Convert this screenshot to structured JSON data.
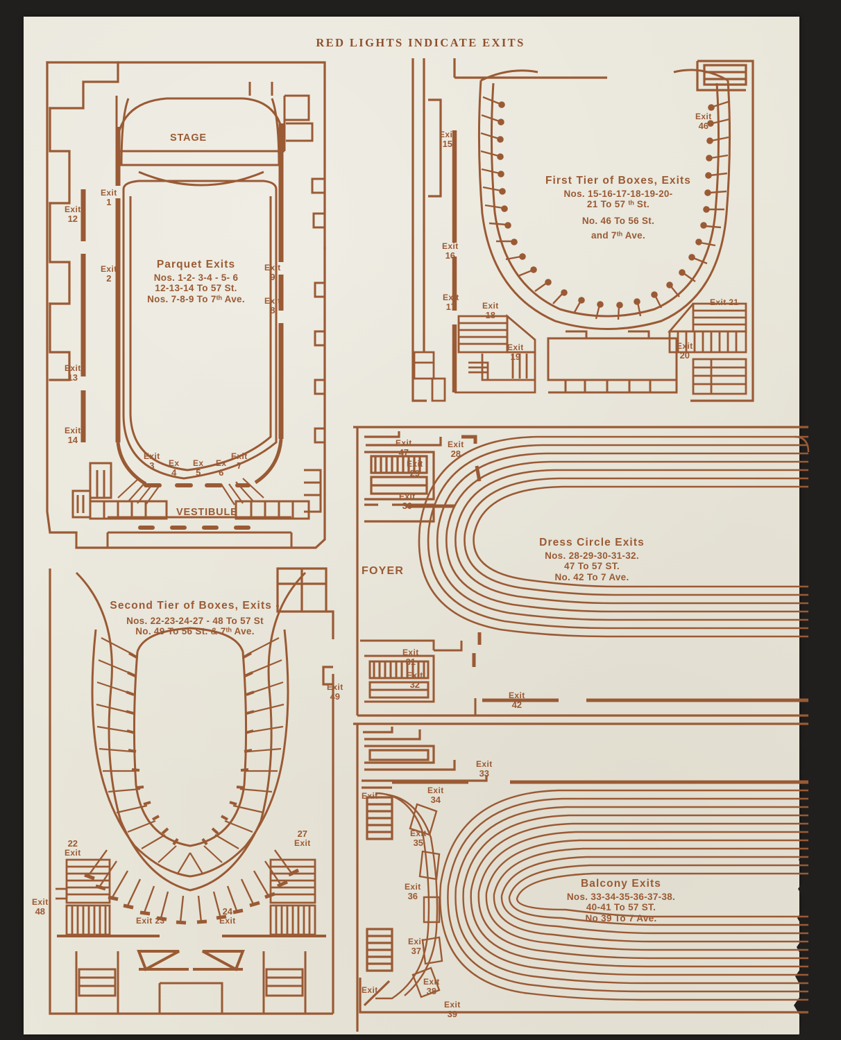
{
  "document": {
    "title": "RED LIGHTS INDICATE EXITS",
    "ink_color": "#9a5a34",
    "paper_color": "#e9e6da",
    "background_color": "#211f1d"
  },
  "plans": {
    "parquet": {
      "stage_label": "STAGE",
      "vestibule_label": "VESTIBULE",
      "caption": {
        "heading": "Parquet Exits",
        "line1": "Nos. 1-2- 3-4 - 5- 6",
        "line2": "12-13-14 To 57 St.",
        "line3": "Nos. 7-8-9  To 7ᵗʰ Ave."
      },
      "exits": [
        {
          "label": "Exit",
          "number": "1"
        },
        {
          "label": "Exit",
          "number": "2"
        },
        {
          "label": "Exit",
          "number": "12"
        },
        {
          "label": "Exit",
          "number": "13"
        },
        {
          "label": "Exit",
          "number": "14"
        },
        {
          "label": "Exit",
          "number": "9"
        },
        {
          "label": "Exit",
          "number": "8"
        },
        {
          "label": "Exit",
          "number": "3"
        },
        {
          "label": "Ex",
          "number": "4"
        },
        {
          "label": "Ex",
          "number": "5"
        },
        {
          "label": "Ex",
          "number": "6"
        },
        {
          "label": "Exit",
          "number": "7"
        }
      ]
    },
    "first_tier": {
      "caption": {
        "heading": "First Tier of Boxes, Exits",
        "line1": "Nos. 15-16-17-18-19-20-",
        "line2": "21 To 57 ᵗʰ St.",
        "line3": "No.  46 To 56 St.",
        "line4": "and 7ᵗʰ Ave."
      },
      "exits": [
        {
          "label": "Exit",
          "number": "15"
        },
        {
          "label": "Exit",
          "number": "16"
        },
        {
          "label": "Exit",
          "number": "17"
        },
        {
          "label": "Exit",
          "number": "18"
        },
        {
          "label": "Exit",
          "number": "19"
        },
        {
          "label": "Exit",
          "number": "20"
        },
        {
          "label": "Exit 21",
          "number": ""
        },
        {
          "label": "Exit",
          "number": "46"
        }
      ]
    },
    "second_tier": {
      "caption": {
        "heading": "Second Tier of Boxes,  Exits -",
        "line1": "Nos. 22-23-24-27 - 48 To 57 St",
        "line2": "No.  49 To 56 St. & 7ᵗʰ Ave."
      },
      "exits": [
        {
          "label": "22",
          "number": "Exit"
        },
        {
          "label": "Exit 23",
          "number": ""
        },
        {
          "label": "24",
          "number": "Exit"
        },
        {
          "label": "27",
          "number": "Exit"
        },
        {
          "label": "Exit",
          "number": "48"
        },
        {
          "label": "Exit",
          "number": "49"
        }
      ]
    },
    "dress_circle": {
      "foyer_label": "FOYER",
      "caption": {
        "heading": "Dress Circle Exits",
        "line1": "Nos. 28-29-30-31-32.",
        "line2": "47 To 57 ST.",
        "line3": "No. 42 To  7 Ave."
      },
      "exits": [
        {
          "label": "Exit",
          "number": "47"
        },
        {
          "label": "Exit",
          "number": "28"
        },
        {
          "label": "Exit",
          "number": "29"
        },
        {
          "label": "Exit",
          "number": "30"
        },
        {
          "label": "Exit",
          "number": "31"
        },
        {
          "label": "Exit",
          "number": "32"
        },
        {
          "label": "Exit",
          "number": "42"
        }
      ]
    },
    "balcony": {
      "caption": {
        "heading": "Balcony Exits",
        "line1": "Nos. 33-34-35-36-37-38.",
        "line2": "40-41 To 57 ST.",
        "line3": "No 39 To 7 Ave."
      },
      "exits": [
        {
          "label": "Exit",
          "number": "33"
        },
        {
          "label": "Exit",
          "number": "34"
        },
        {
          "label": "Exit",
          "number": "35"
        },
        {
          "label": "Exit",
          "number": "36"
        },
        {
          "label": "Exit",
          "number": "37"
        },
        {
          "label": "Exit",
          "number": "38"
        },
        {
          "label": "Exit",
          "number": "39"
        },
        {
          "label": "Exit",
          "number": ""
        },
        {
          "label": "Exit",
          "number": ""
        }
      ]
    }
  }
}
